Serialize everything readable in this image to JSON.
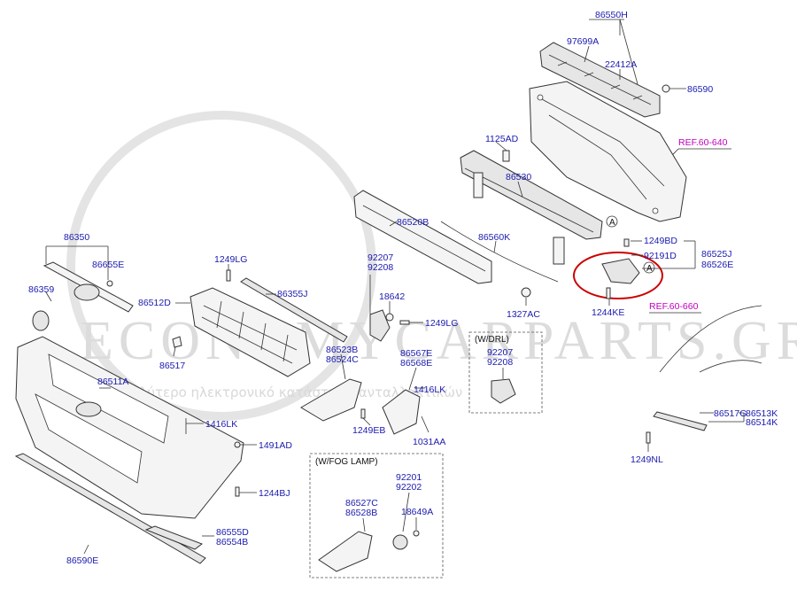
{
  "watermark": {
    "brand": "ECONOMYCARPARTS.GR",
    "tagline": "το μεγαλύτερο ηλεκτρονικό κατάστημα ανταλλακτικών"
  },
  "refs": {
    "ref1": "REF.60-640",
    "ref2": "REF.60-660"
  },
  "boxes": {
    "drl_title": "(W/DRL)",
    "fog_title": "(W/FOG LAMP)"
  },
  "callouts": {
    "a1": "A",
    "a2": "A"
  },
  "labels": {
    "l86550H": "86550H",
    "l97699A": "97699A",
    "l22412A": "22412A",
    "l86590": "86590",
    "l1125AD": "1125AD",
    "l86530": "86530",
    "l86520B": "86520B",
    "l86560K": "86560K",
    "l1249BD": "1249BD",
    "l92191D": "92191D",
    "l86525J": "86525J",
    "l86526E": "86526E",
    "l1244KE": "1244KE",
    "l1327AC": "1327AC",
    "l86350": "86350",
    "l86655E": "86655E",
    "l86359": "86359",
    "l1249LG_a": "1249LG",
    "l86355J": "86355J",
    "l86512D": "86512D",
    "l86517": "86517",
    "l92207_a": "92207",
    "l92208_a": "92208",
    "l18642": "18642",
    "l1249LG_b": "1249LG",
    "l86523B": "86523B",
    "l86524C": "86524C",
    "l86567E": "86567E",
    "l86568E": "86568E",
    "l1416LK_a": "1416LK",
    "l92207_b": "92207",
    "l92208_b": "92208",
    "l86511A": "86511A",
    "l1416LK_b": "1416LK",
    "l1249EB": "1249EB",
    "l1031AA": "1031AA",
    "l1491AD": "1491AD",
    "l1244BJ": "1244BJ",
    "l92201": "92201",
    "l92202": "92202",
    "l86527C": "86527C",
    "l86528B": "86528B",
    "l18649A": "18649A",
    "l86555D": "86555D",
    "l86554B": "86554B",
    "l86590E": "86590E",
    "l86517G": "86517G",
    "l86513K": "86513K",
    "l86514K": "86514K",
    "l1249NL": "1249NL"
  }
}
